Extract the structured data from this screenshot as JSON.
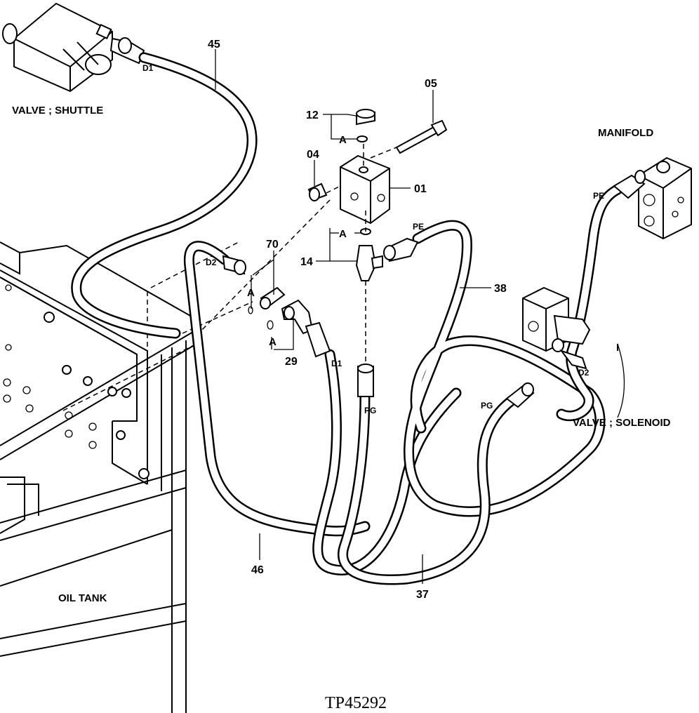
{
  "labels": {
    "valve_shuttle": "VALVE ; SHUTTLE",
    "manifold": "MANIFOLD",
    "valve_solenoid": "VALVE ; SOLENOID",
    "oil_tank": "OIL TANK",
    "reference": "TP45292"
  },
  "part_numbers": {
    "p45": "45",
    "p12": "12",
    "p05": "05",
    "p04": "04",
    "p01": "01",
    "p70": "70",
    "p14": "14",
    "p38": "38",
    "p29": "29",
    "p46": "46",
    "p37": "37"
  },
  "port_labels": {
    "d1_shuttle": "D1",
    "d2_left": "D2",
    "pe_top": "PE",
    "pe_manifold": "PE",
    "d1_hose": "D1",
    "pg_center": "PG",
    "pg_right": "PG",
    "d2_solenoid": "D2"
  },
  "group_labels": {
    "a_12": "A",
    "a_14": "A",
    "a_70": "A",
    "a_29": "A"
  }
}
